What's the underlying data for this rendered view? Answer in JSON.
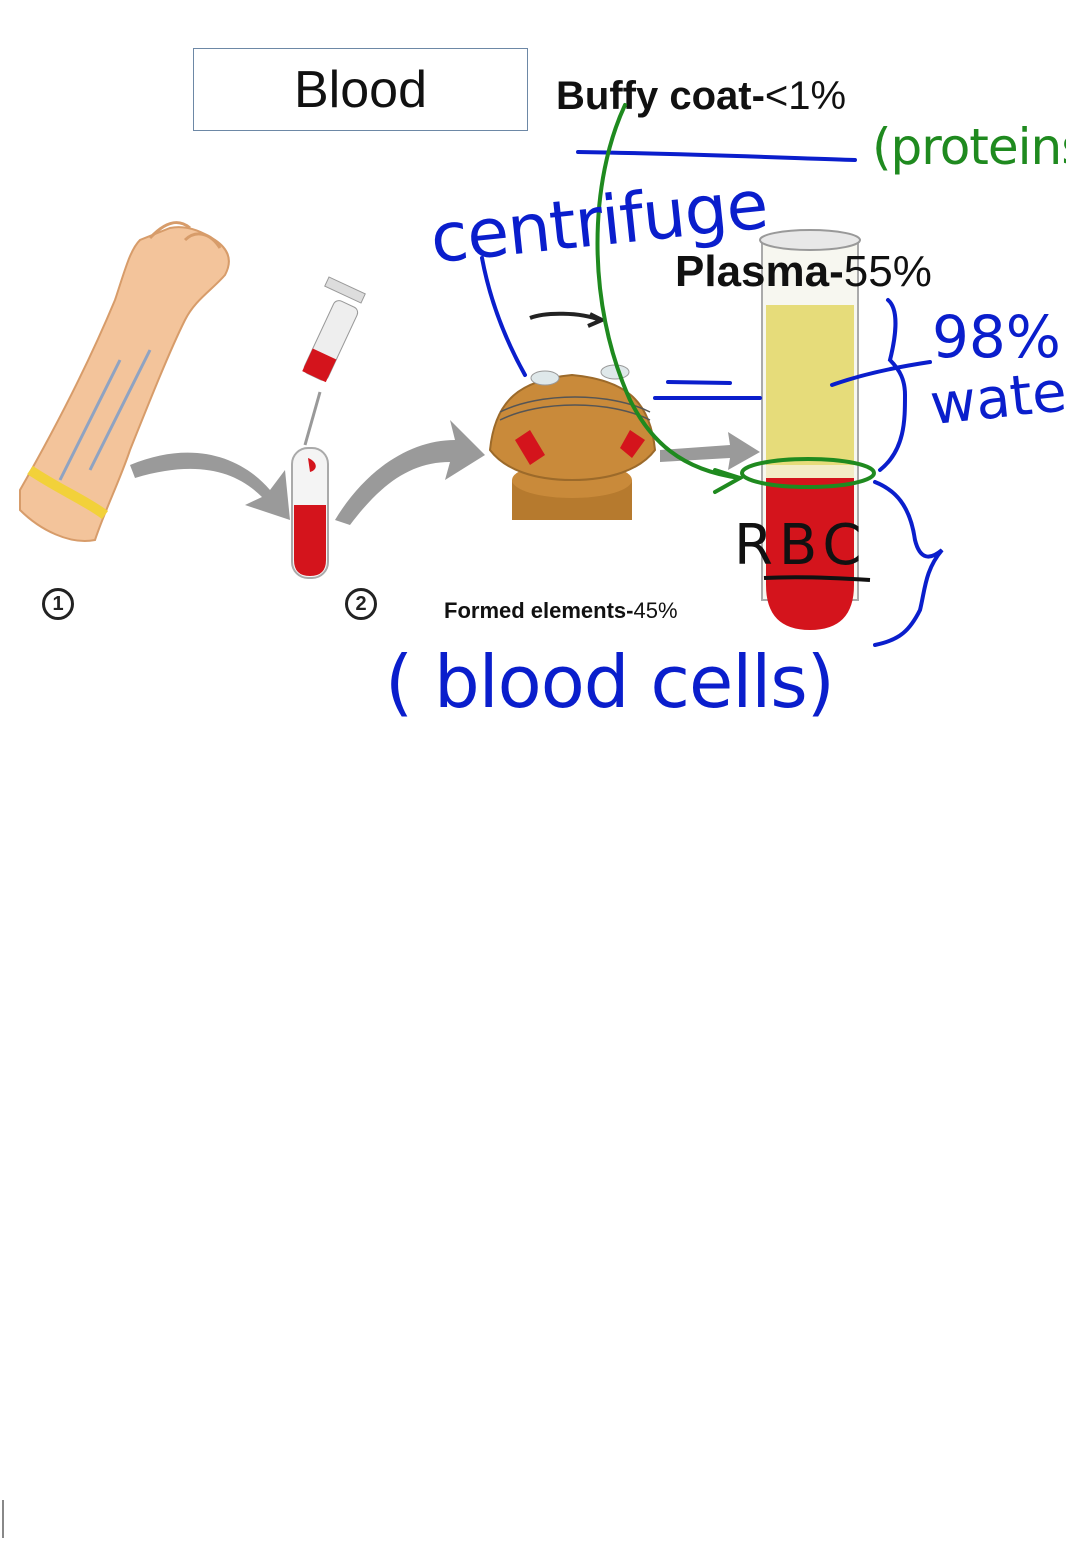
{
  "title": "Blood",
  "labels": {
    "buffy_name": "Buffy coat-",
    "buffy_pct": "<1%",
    "plasma_name": "Plasma-",
    "plasma_pct": "55%",
    "formed_name": "Formed elements-",
    "formed_pct": "45%"
  },
  "steps": [
    "1",
    "2"
  ],
  "annotations": {
    "centrifuge": "centrifuge",
    "proteins": "(proteins)",
    "percent_water": "98%",
    "water": "water",
    "rbc": "RBC",
    "blood_cells": "( blood cells)"
  },
  "colors": {
    "plasma": "#e6dc7a",
    "rbc": "#d4141c",
    "ink_blue": "#0a1ecc",
    "ink_green": "#1f8a1f",
    "arrow_gray": "#9a9a9a",
    "centrifuge": "#c98a3a"
  }
}
